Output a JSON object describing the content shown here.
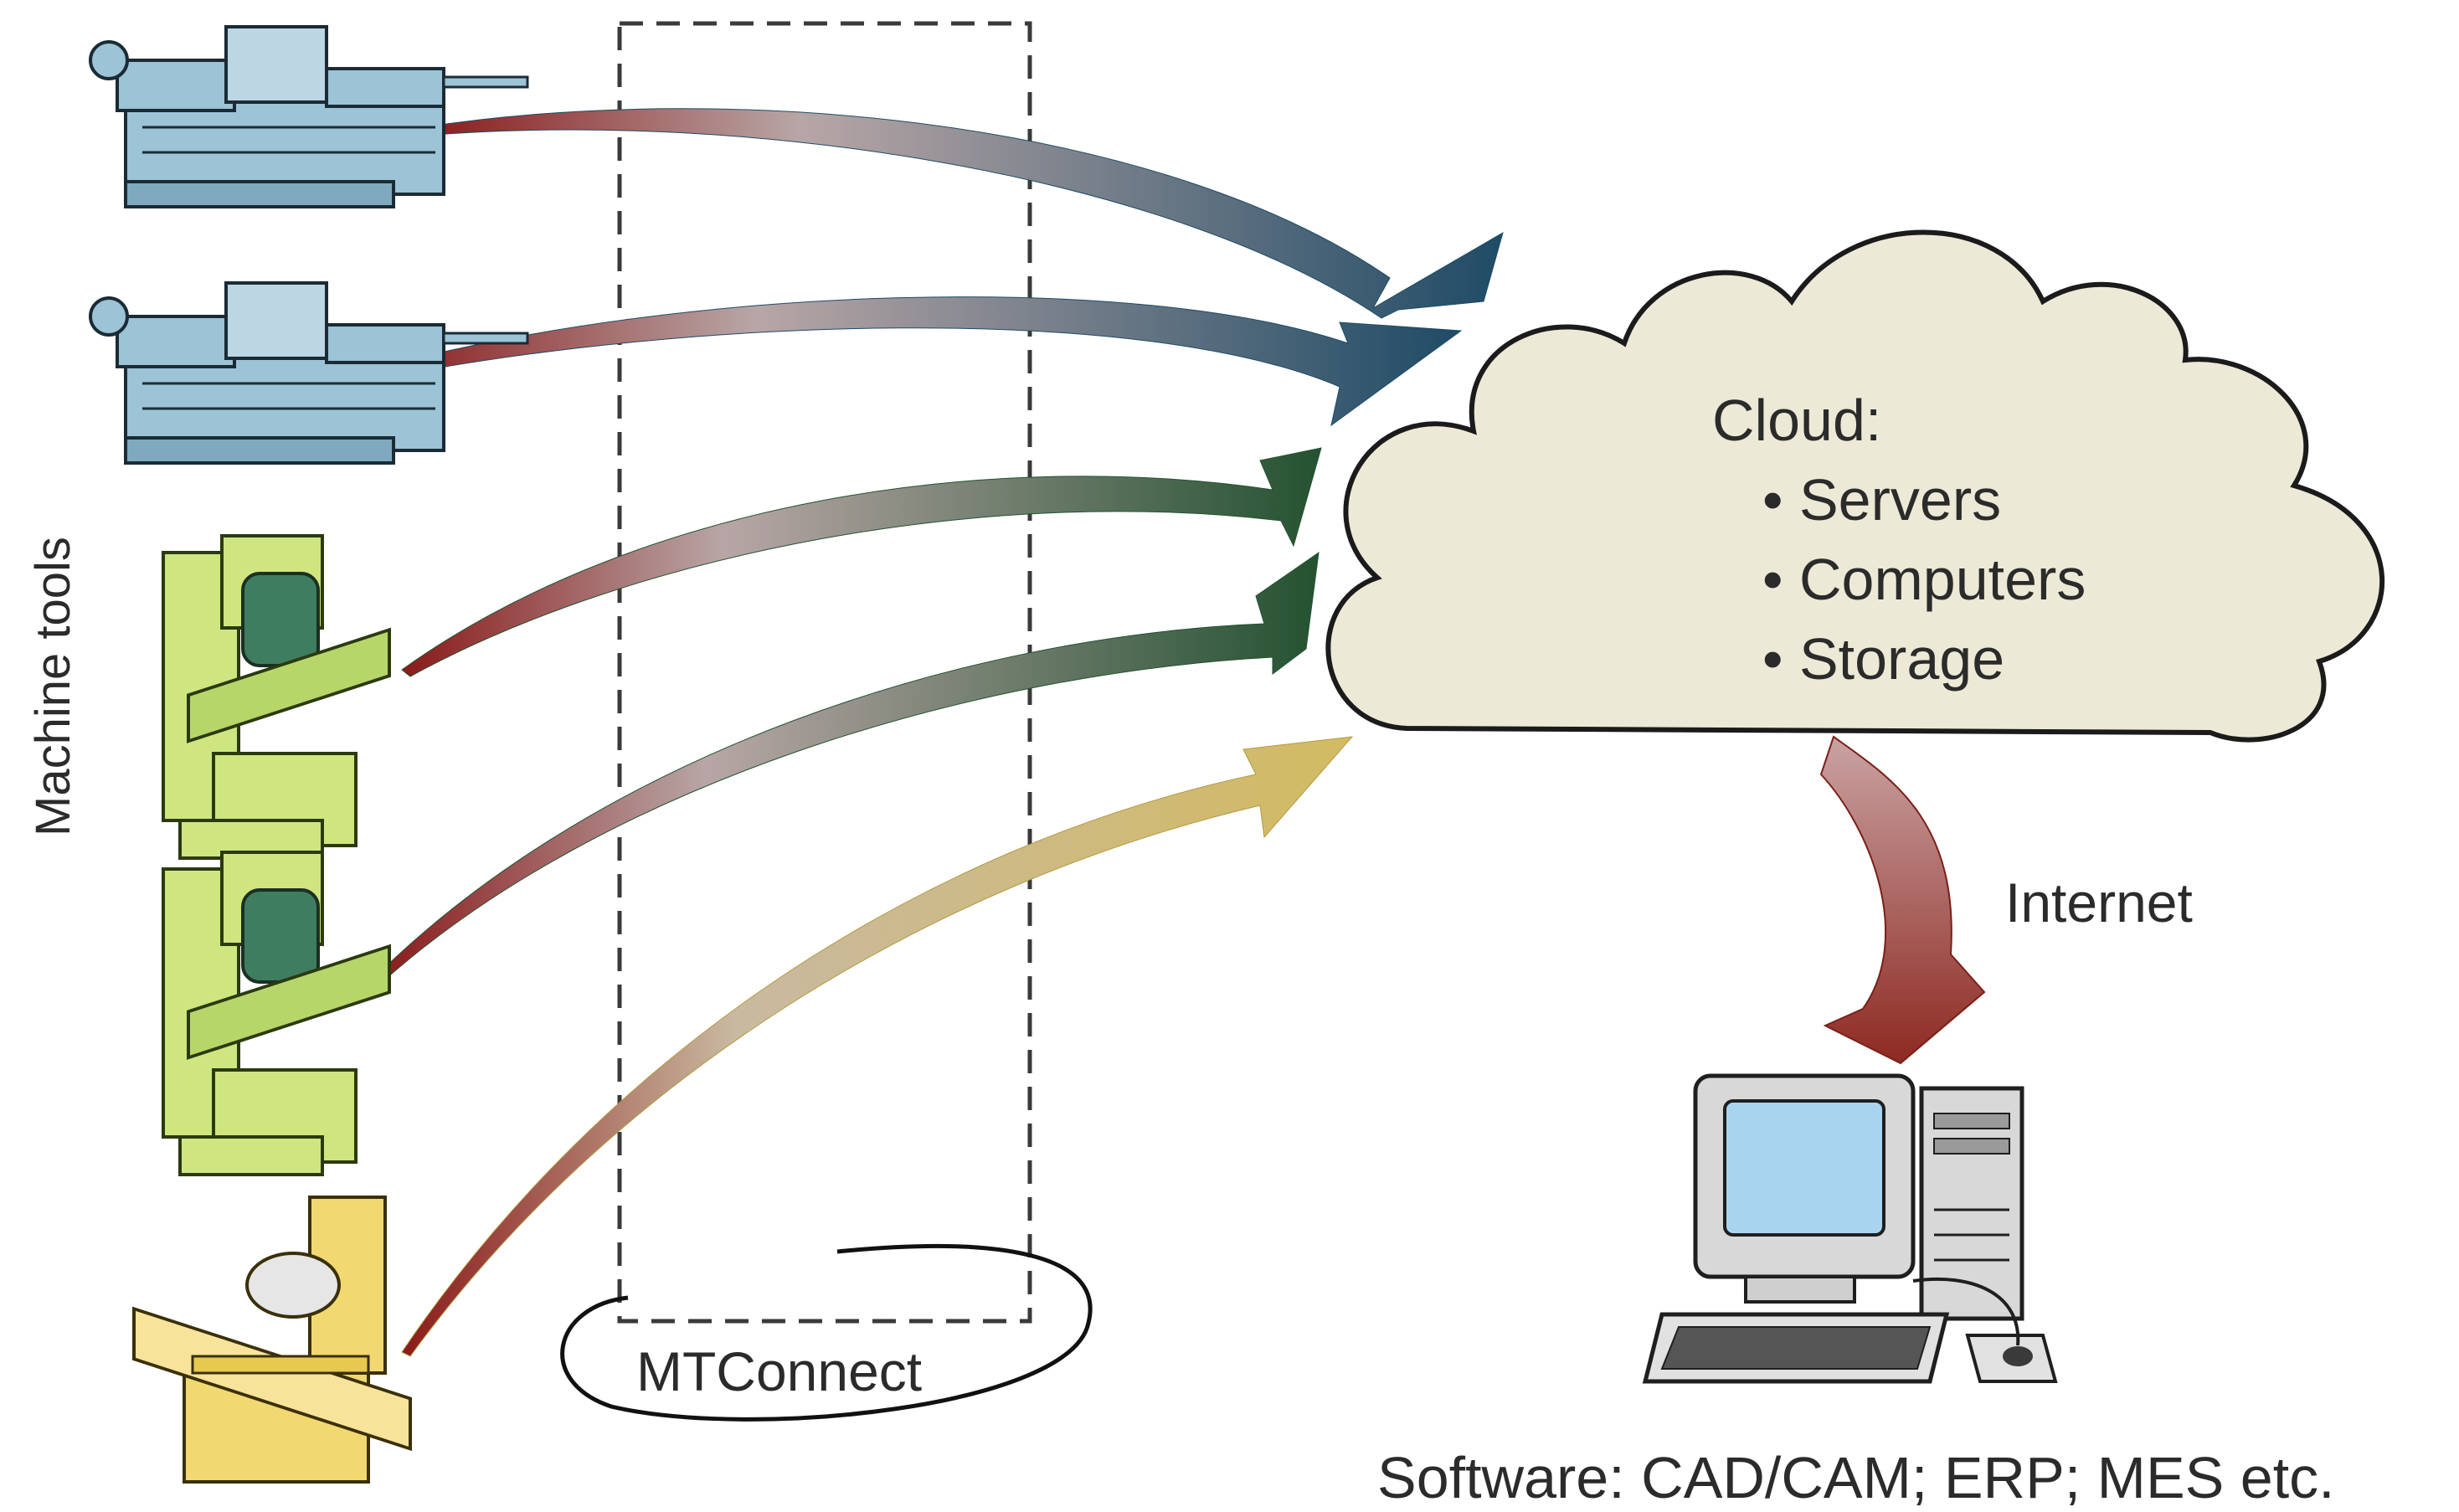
{
  "labels": {
    "machine_tools": "Machine tools",
    "cloud_title": "Cloud:",
    "cloud_items": [
      "Servers",
      "Computers",
      "Storage"
    ],
    "bullet": "•",
    "internet": "Internet",
    "mtconnect": "MTConnect",
    "software": "Software: CAD/CAM; ERP; MES etc."
  },
  "colors": {
    "arrow_blue": "#2e5a73",
    "arrow_green": "#2e5e38",
    "arrow_gold": "#cdb45a",
    "arrow_tail": "#8a1a1a",
    "cloud_fill": "#ece9d6",
    "lathe": "#9cc3d6",
    "mill": "#cfe680",
    "grinder": "#f2d870",
    "monitor_screen": "#a9d4ef"
  },
  "icons": [
    "lathe-icon",
    "milling-machine-icon",
    "grinder-icon",
    "cloud-icon",
    "desktop-computer-icon"
  ]
}
